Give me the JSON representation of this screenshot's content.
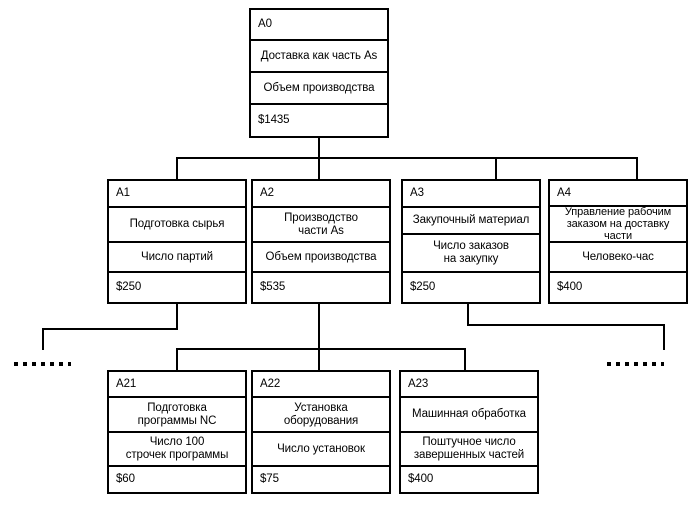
{
  "diagram": {
    "title": "Activity cost breakdown tree",
    "line_color": "#000000",
    "background": "#ffffff",
    "nodes": [
      {
        "id": "A0",
        "code": "A0",
        "activity": "Доставка как часть As",
        "measure": "Объем производства",
        "cost": "$1435"
      },
      {
        "id": "A1",
        "code": "A1",
        "activity": "Подготовка сырья",
        "measure": "Число партий",
        "cost": "$250"
      },
      {
        "id": "A2",
        "code": "A2",
        "activity": "Производство\nчасти As",
        "measure": "Объем производства",
        "cost": "$535"
      },
      {
        "id": "A3",
        "code": "A3",
        "activity": "Закупочный материал",
        "measure": "Число заказов\nна закупку",
        "cost": "$250"
      },
      {
        "id": "A4",
        "code": "A4",
        "activity": "Управление рабочим\nзаказом на доставку\nчасти",
        "measure": "Человеко-час",
        "cost": "$400"
      },
      {
        "id": "A21",
        "code": "A21",
        "activity": "Подготовка\nпрограммы NC",
        "measure": "Число  100\nстрочек программы",
        "cost": "$60"
      },
      {
        "id": "A22",
        "code": "A22",
        "activity": "Установка\nоборудования",
        "measure": "Число установок",
        "cost": "$75"
      },
      {
        "id": "A23",
        "code": "A23",
        "activity": "Машинная обработка",
        "measure": "Поштучное число\nзавершенных частей",
        "cost": "$400"
      }
    ],
    "continuation_marks": [
      {
        "id": "left-ellipsis",
        "position": "left"
      },
      {
        "id": "right-ellipsis",
        "position": "right"
      }
    ]
  }
}
